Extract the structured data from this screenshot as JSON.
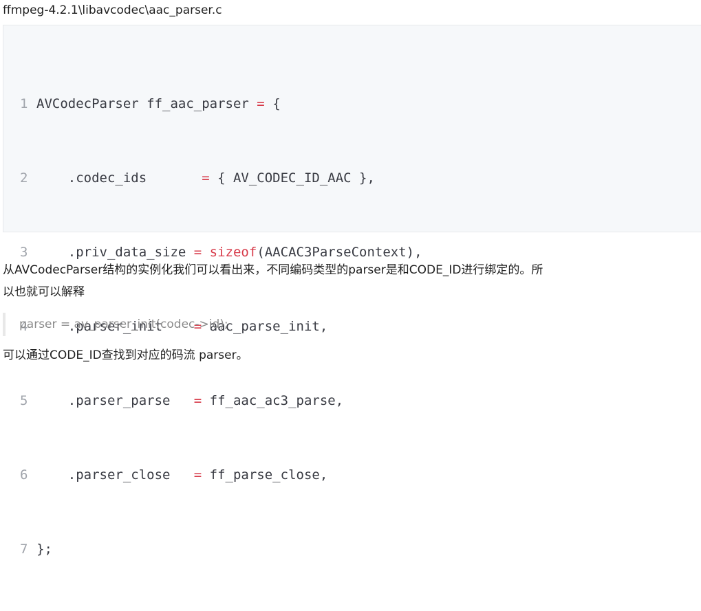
{
  "file_path": "ffmpeg-4.2.1\\libavcodec\\aac_parser.c",
  "code": {
    "lines": [
      {
        "n": "1",
        "pre": "AVCodecParser ff_aac_parser ",
        "op": "=",
        "kw": "",
        "post": " {"
      },
      {
        "n": "2",
        "pre": "    .codec_ids       ",
        "op": "=",
        "kw": "",
        "post": " { AV_CODEC_ID_AAC },"
      },
      {
        "n": "3",
        "pre": "    .priv_data_size ",
        "op": "=",
        "kw": " sizeof",
        "post": "(AACAC3ParseContext),"
      },
      {
        "n": "4",
        "pre": "    .parser_init    ",
        "op": "=",
        "kw": "",
        "post": " aac_parse_init,"
      },
      {
        "n": "5",
        "pre": "    .parser_parse   ",
        "op": "=",
        "kw": "",
        "post": " ff_aac_ac3_parse,"
      },
      {
        "n": "6",
        "pre": "    .parser_close   ",
        "op": "=",
        "kw": "",
        "post": " ff_parse_close,"
      },
      {
        "n": "7",
        "pre": "};",
        "op": "",
        "kw": "",
        "post": ""
      }
    ]
  },
  "paragraph1": {
    "line1": "从AVCodecParser结构的实例化我们可以看出来，不同编码类型的parser是和CODE_ID进行绑定的。所",
    "line2": "以也就可以解释"
  },
  "quote": "parser = av_parser_init(codec->id);",
  "paragraph2": "可以通过CODE_ID查找到对应的码流 parser。"
}
